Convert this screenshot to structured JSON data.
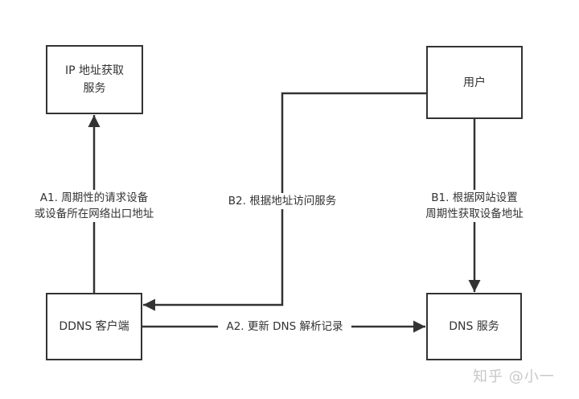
{
  "diagram": {
    "nodes": {
      "ip_service": {
        "lines": [
          "IP 地址获取",
          "服务"
        ]
      },
      "user": {
        "lines": [
          "用户"
        ]
      },
      "ddns_client": {
        "lines": [
          "DDNS 客户端"
        ]
      },
      "dns_service": {
        "lines": [
          "DNS 服务"
        ]
      }
    },
    "edges": {
      "a1": {
        "from": "DDNS 客户端",
        "to": "IP 地址获取服务",
        "lines": [
          "A1. 周期性的请求设备",
          "或设备所在网络出口地址"
        ]
      },
      "a2": {
        "from": "DDNS 客户端",
        "to": "DNS 服务",
        "lines": [
          "A2. 更新 DNS 解析记录"
        ]
      },
      "b1": {
        "from": "用户",
        "to": "DNS 服务",
        "lines": [
          "B1. 根据网站设置",
          "周期性获取设备地址"
        ]
      },
      "b2": {
        "from": "用户",
        "to": "DDNS 客户端",
        "lines": [
          "B2. 根据地址访问服务"
        ]
      }
    },
    "colors": {
      "stroke": "#333333",
      "text": "#333333",
      "watermark": "#c8c8c8"
    }
  },
  "watermark": "知乎 @小一"
}
